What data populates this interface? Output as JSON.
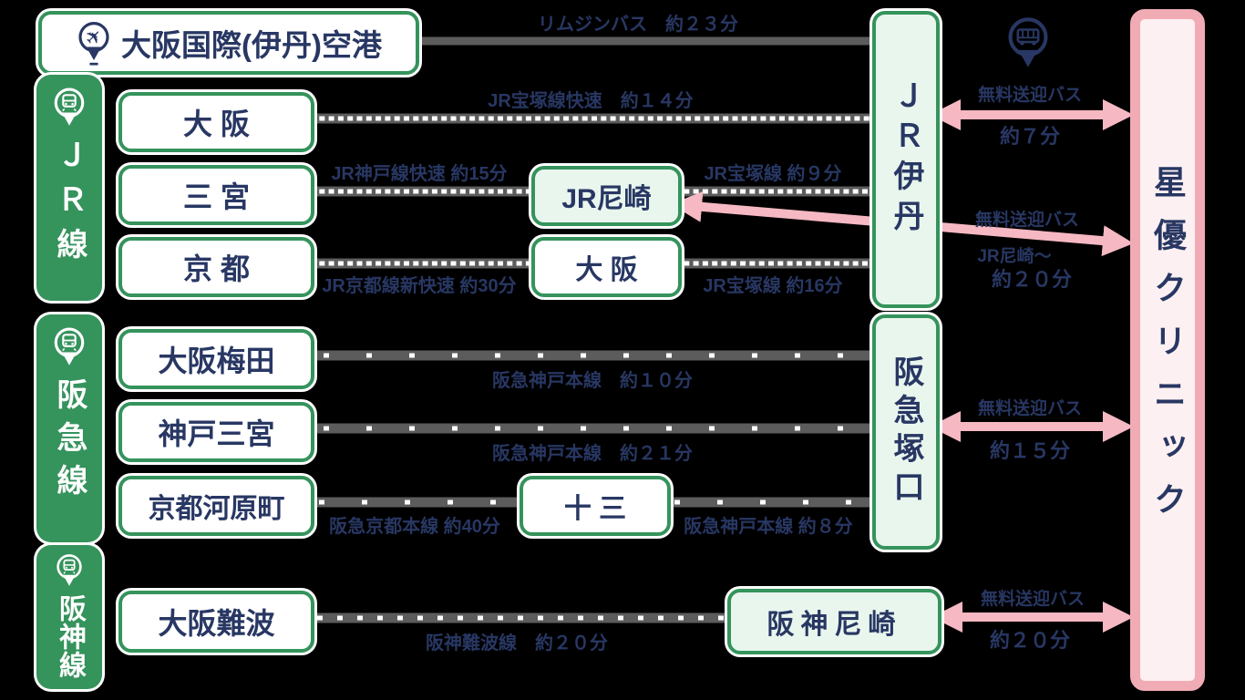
{
  "colors": {
    "green": "#35935c",
    "navy": "#283763",
    "pink_arrow": "#f6b8c2",
    "clinic_border": "#f1abb5",
    "clinic_fill": "#fdf0f2",
    "mint_fill": "#e9f6ee",
    "rail_gray": "#5c5c5c",
    "background": "#000000"
  },
  "airport": {
    "name": "大阪国際(伊丹)空港"
  },
  "clinic": {
    "name": "星優クリニック"
  },
  "sidebars": {
    "jr": "ＪＲ線",
    "hankyu": "阪急線",
    "hanshin": "阪神線"
  },
  "stations": {
    "jr_osaka": "大 阪",
    "jr_sannomiya": "三 宮",
    "jr_kyoto": "京 都",
    "jr_amagasaki": "JR尼崎",
    "jr_osaka_mid": "大 阪",
    "jr_itami": "ＪＲ伊丹",
    "hankyu_umeda": "大阪梅田",
    "hankyu_sannomiya": "神戸三宮",
    "hankyu_kawaramachi": "京都河原町",
    "hankyu_juso": "十 三",
    "hankyu_tsukaguchi": "阪急塚口",
    "hanshin_namba": "大阪難波",
    "hanshin_amagasaki": "阪神尼崎"
  },
  "routes": {
    "limousine_bus": "リムジンバス　約２３分",
    "jr_takarazuka_rapid": "JR宝塚線快速　約１４分",
    "jr_kobe_rapid": "JR神戸線快速  約15分",
    "jr_takarazuka_9": "JR宝塚線  約９分",
    "jr_kyoto_shinkaisoku": "JR京都線新快速  約30分",
    "jr_takarazuka_16": "JR宝塚線  約16分",
    "hankyu_kobe_10": "阪急神戸本線　約１０分",
    "hankyu_kobe_21": "阪急神戸本線　約２１分",
    "hankyu_kyoto_40": "阪急京都本線  約40分",
    "hankyu_kobe_8": "阪急神戸本線  約８分",
    "hanshin_namba_line": "阪神難波線　約２０分"
  },
  "shuttles": {
    "itami": {
      "label": "無料送迎バス",
      "time": "約７分"
    },
    "jr_amagasaki": {
      "label": "無料送迎バス",
      "from": "JR尼崎～",
      "time": "約２０分"
    },
    "tsukaguchi": {
      "label": "無料送迎バス",
      "time": "約１５分"
    },
    "hanshin": {
      "label": "無料送迎バス",
      "time": "約２０分"
    }
  }
}
